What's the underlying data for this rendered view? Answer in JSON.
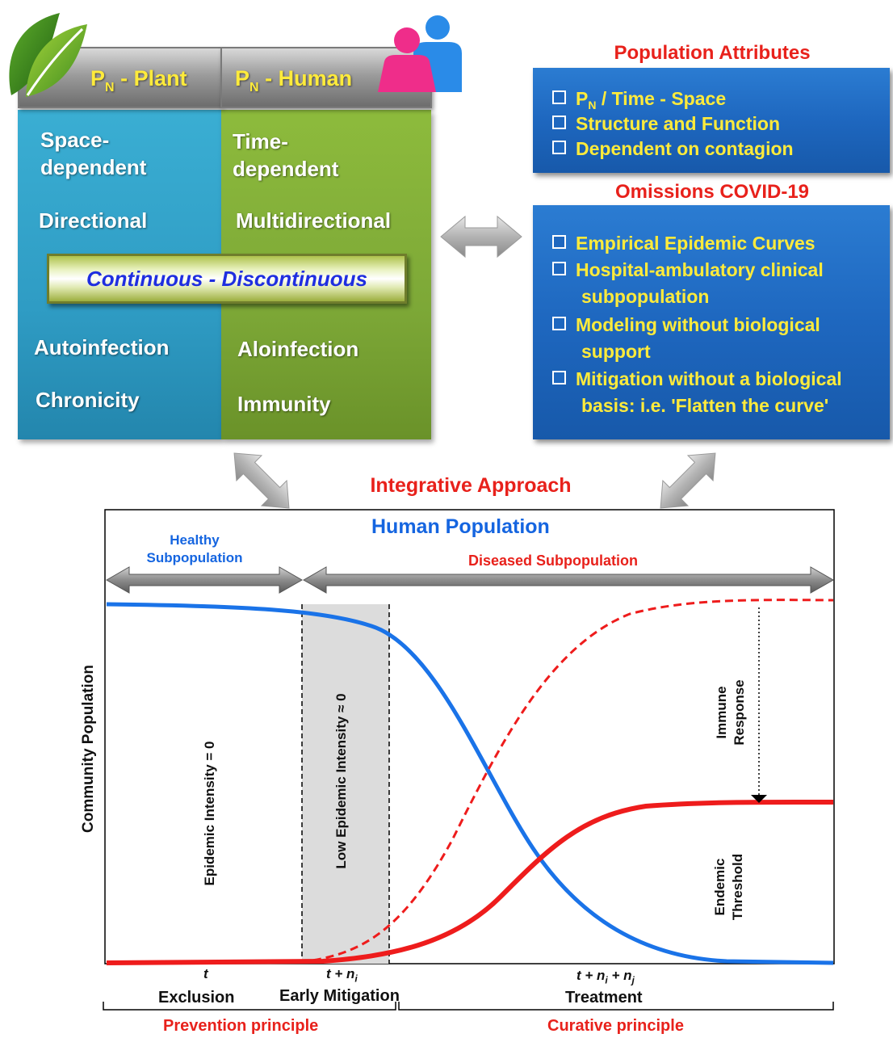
{
  "top_left": {
    "plant_header": "P",
    "plant_header_sub": "N",
    "plant_header_rest": " - Plant",
    "human_header": "P",
    "human_header_sub": "N",
    "human_header_rest": " - Human",
    "plant": {
      "space_dependent_1": "Space-",
      "space_dependent_2": "dependent",
      "directional": "Directional",
      "autoinfection": "Autoinfection",
      "chronicity": "Chronicity"
    },
    "human": {
      "time_dependent_1": "Time-",
      "time_dependent_2": "dependent",
      "multidirectional": "Multidirectional",
      "aloinfection": "Aloinfection",
      "immunity": "Immunity"
    },
    "continuous_label": "Continuous - Discontinuous"
  },
  "population_attributes": {
    "title": "Population Attributes",
    "item1_main": "P",
    "item1_sub": "N",
    "item1_rest": "/ Time - Space",
    "item2": "Structure and Function",
    "item3": "Dependent on contagion"
  },
  "omissions": {
    "title": "Omissions COVID-19",
    "lines": [
      "Empirical Epidemic Curves",
      "Hospital-ambulatory clinical",
      "subpopulation",
      "Modeling without biological",
      "support",
      "Mitigation without a biological",
      "basis: i.e. 'Flatten the curve'"
    ]
  },
  "integrative_title": "Integrative Approach",
  "chart": {
    "title": "Human Population",
    "healthy_1": "Healthy",
    "healthy_2": "Subpopulation",
    "diseased": "Diseased Subpopulation",
    "ylabel": "Community Population",
    "epidemic_zero": "Epidemic Intensity = 0",
    "low_epidemic": "Low Epidemic Intensity ≈ 0",
    "immune_1": "Immune",
    "immune_2": "Response",
    "endemic_1": "Endemic",
    "endemic_2": "Threshold",
    "tick_t": "t",
    "tick_tni": "t + n",
    "tick_tni_sub": "i",
    "tick_tninj_a": "t + n",
    "tick_tninj_sub1": "i",
    "tick_tninj_b": " + n",
    "tick_tninj_sub2": "j",
    "exclusion": "Exclusion",
    "early_mitigation": "Early Mitigation",
    "treatment": "Treatment",
    "prevention": "Prevention principle",
    "curative": "Curative principle"
  },
  "colors": {
    "red": "#e8211b",
    "blue": "#1565e0",
    "curve_blue": "#1a73e8",
    "curve_red": "#ee1c1c"
  }
}
